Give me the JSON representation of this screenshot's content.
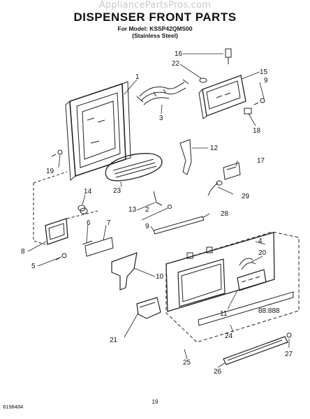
{
  "watermark": "AppliancePartsPros.com",
  "title": "DISPENSER FRONT PARTS",
  "model_line": "For Model: KSSP42QMS00",
  "finish_line": "(Stainless Steel)",
  "doc_number": "8198484",
  "page_number": "19",
  "panel_digits": "88:888",
  "callouts": [
    "1",
    "2",
    "3",
    "4",
    "5",
    "6",
    "7",
    "8",
    "9",
    "9",
    "9",
    "10",
    "11",
    "12",
    "13",
    "14",
    "15",
    "16",
    "17",
    "18",
    "19",
    "20",
    "21",
    "22",
    "23",
    "24",
    "25",
    "26",
    "27",
    "28",
    "29"
  ]
}
